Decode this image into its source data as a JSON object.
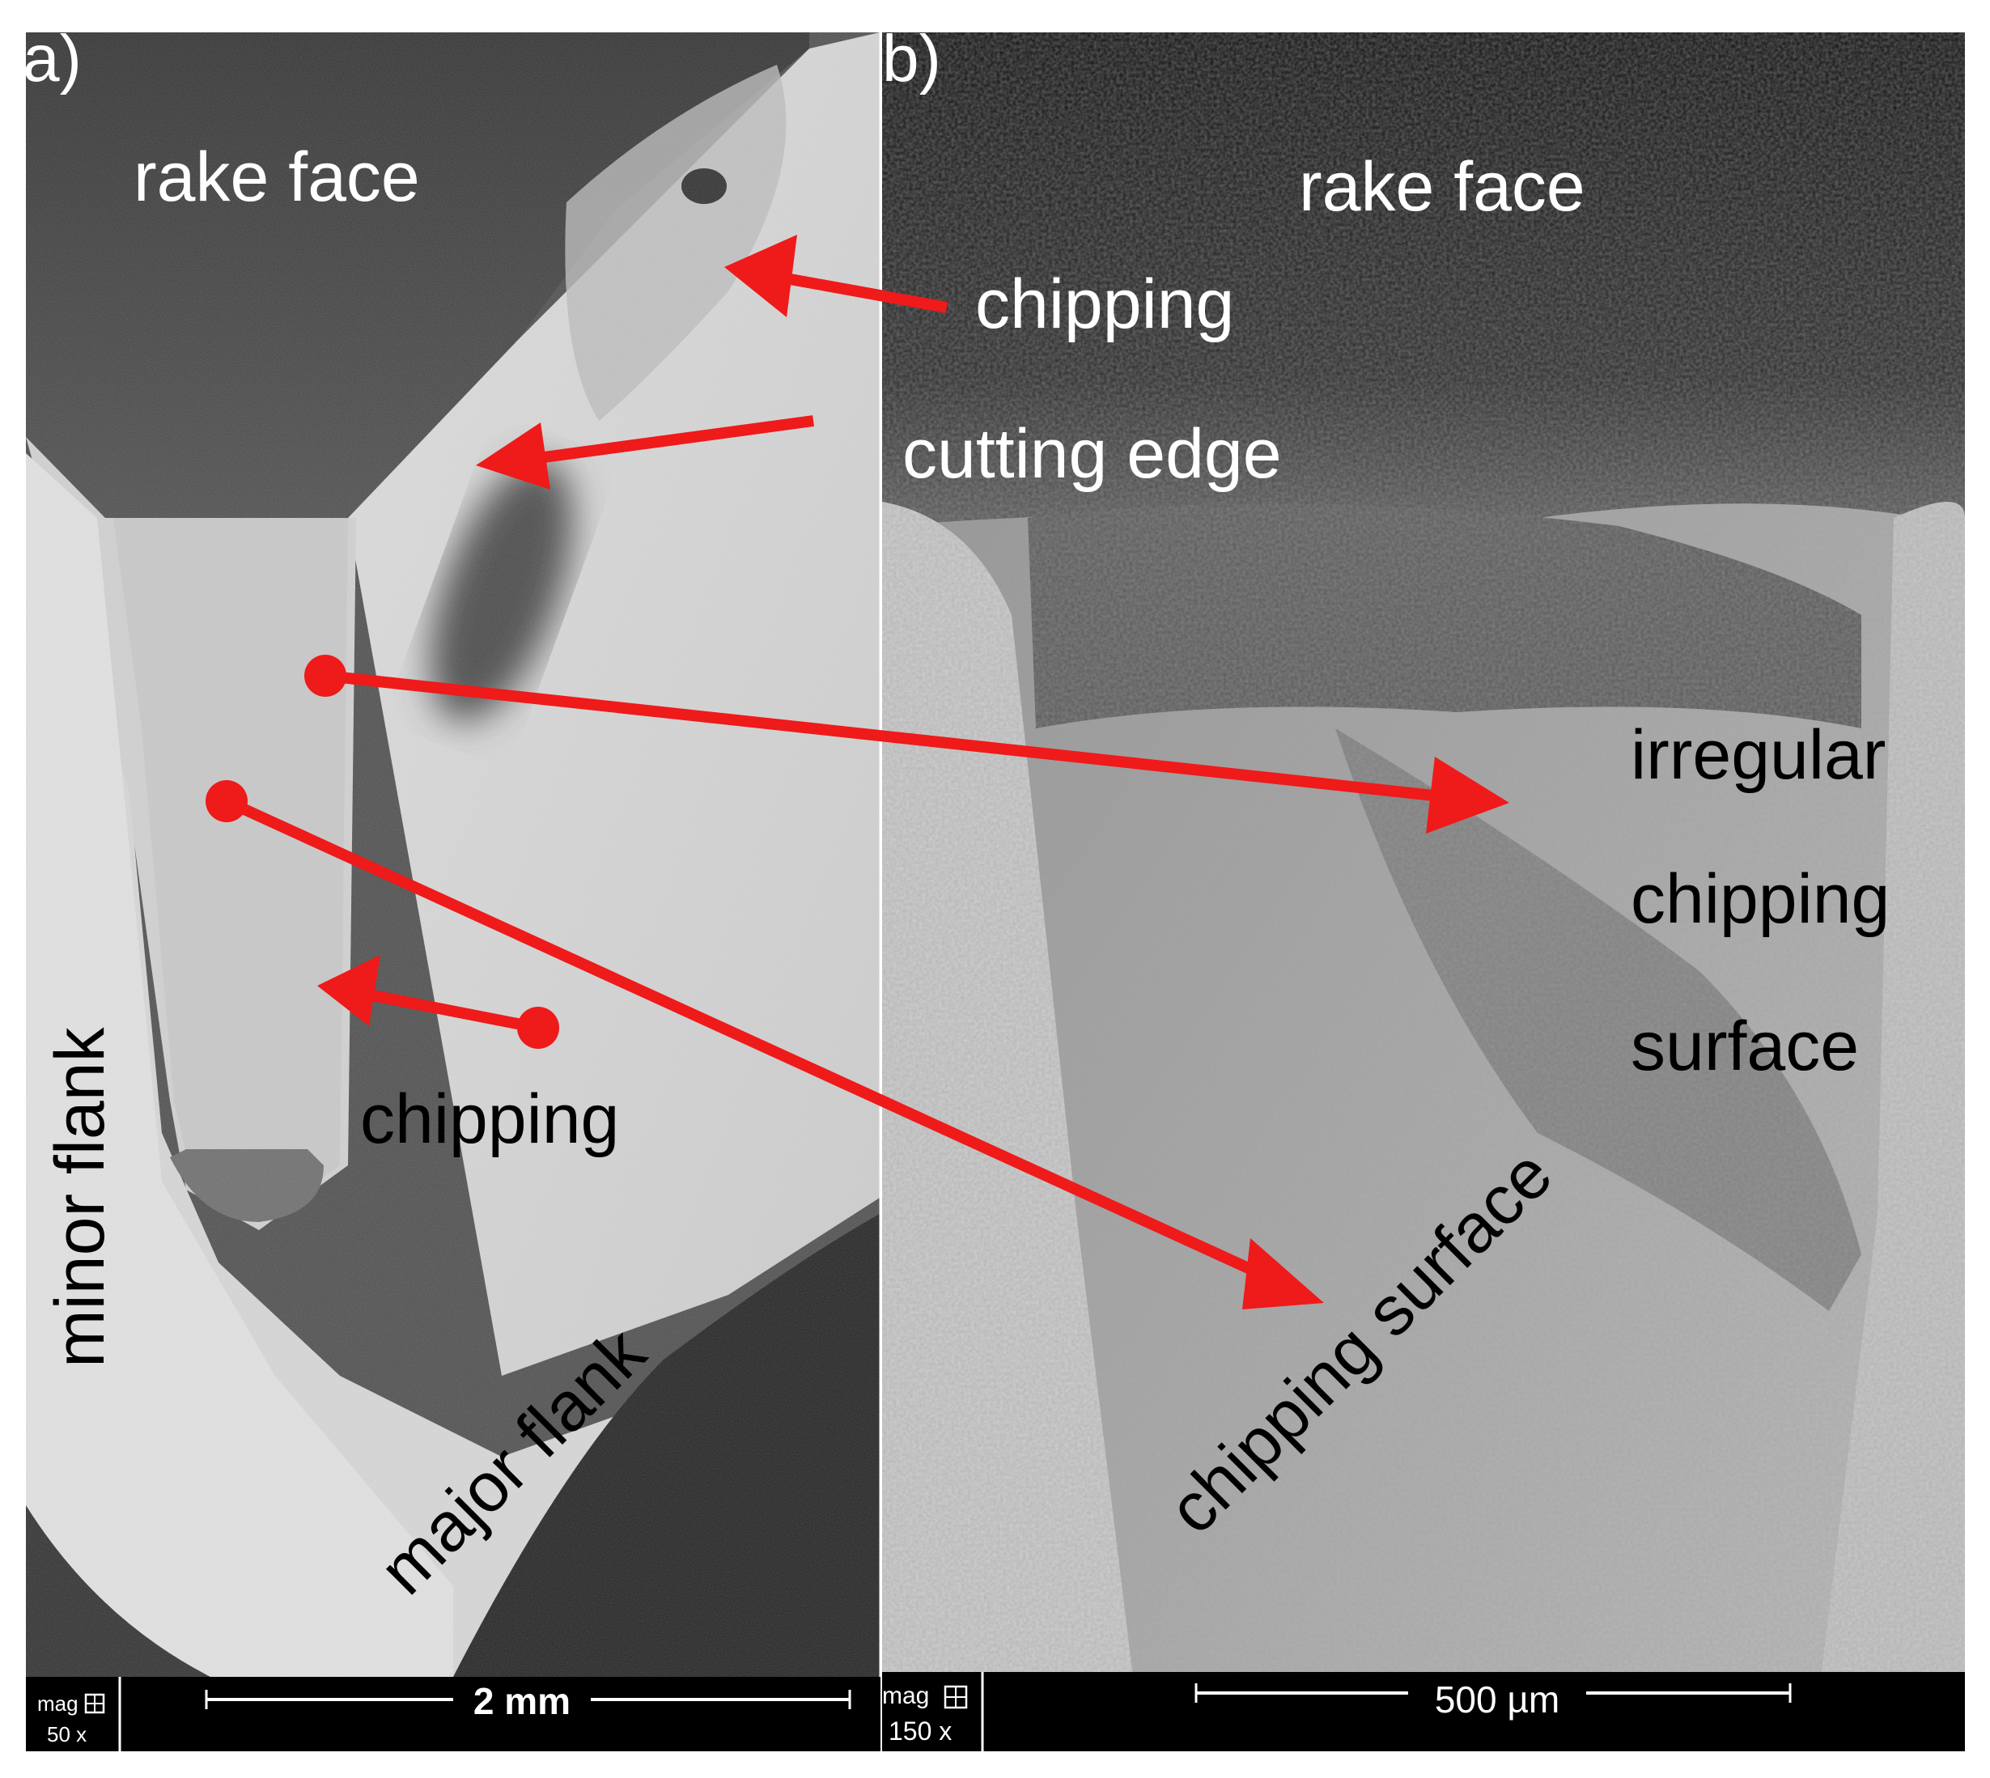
{
  "panel_a": {
    "letter": "a)",
    "labels": {
      "rake_face": "rake face",
      "chipping_bottom": "chipping",
      "minor_flank": "minor flank",
      "major_flank": "major flank"
    },
    "databar": {
      "mag_label": "mag",
      "mag_value": "50 x",
      "scale": "2 mm"
    }
  },
  "panel_b": {
    "letter": "b)",
    "labels": {
      "rake_face": "rake face",
      "chipping_top": "chipping",
      "cutting_edge": "cutting edge",
      "irregular_1": "irregular",
      "irregular_2": "chipping",
      "irregular_3": "surface",
      "chipping_surface": "chipping surface"
    },
    "databar": {
      "mag_label": "mag",
      "mag_value": "150 x",
      "scale": "500 µm"
    }
  },
  "colors": {
    "arrow": "#ef1a1a",
    "databar": "#000000",
    "label_light": "#ffffff",
    "label_dark": "#000000"
  },
  "icons": {
    "databar_icon": "grid-icon"
  }
}
